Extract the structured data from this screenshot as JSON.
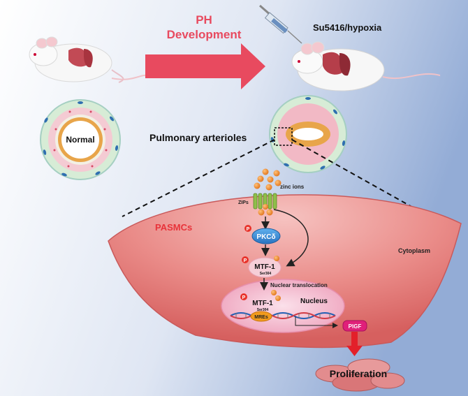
{
  "header": {
    "arrow_line1": "PH",
    "arrow_line2": "Development",
    "treatment": "Su5416/hypoxia"
  },
  "vessels": {
    "normal": "Normal",
    "diseased": "Pulmonary arterioles"
  },
  "cell": {
    "name": "PASMCs",
    "cytoplasm": "Cytoplasm",
    "nucleus": "Nucleus",
    "zinc_ions": "zinc ions",
    "zips": "ZIPs",
    "phospho": "P",
    "pkc": "PKCδ",
    "mtf": "MTF-1",
    "mtf_site": "Ser304",
    "nuclear_translocation": "Nuclear translocation",
    "mres": "MREs",
    "plgf": "PlGF",
    "outcome": "Proliferation"
  },
  "colors": {
    "arrow_red": "#e84a5f",
    "title_red": "#e84a5f",
    "cell_fill": "#e8777a",
    "nucleus_fill": "#f3b8cc",
    "zinc_orange": "#f08a24",
    "pkc_blue": "#3d8fd6",
    "phospho_red": "#e8332b",
    "plgf_magenta": "#e0207a",
    "mres_orange": "#f29b1d",
    "lumen_tan": "#e8a54a"
  }
}
